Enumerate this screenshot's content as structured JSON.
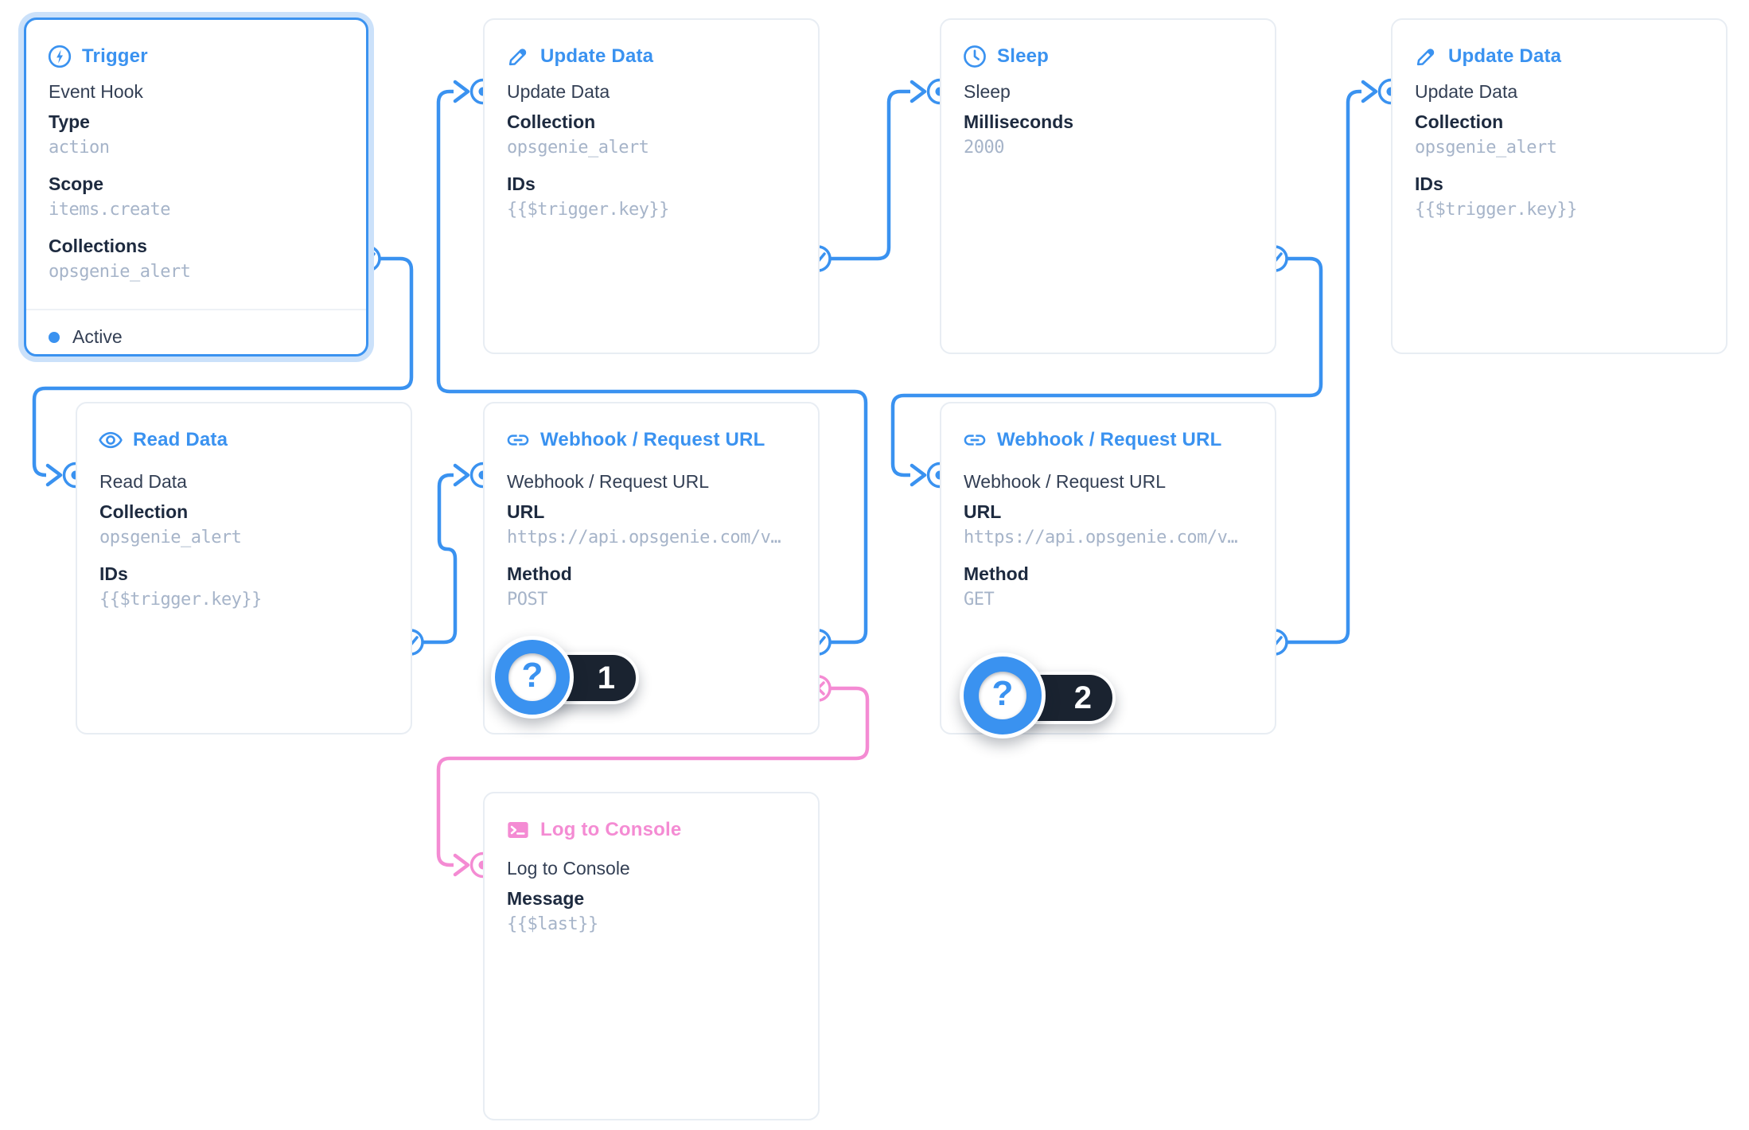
{
  "colors": {
    "accent_blue": "#3A92F0",
    "accent_pink": "#F48BD3",
    "trigger_halo": "#CBE1FA",
    "text_name": "#333F54",
    "text_label": "#1D2A3F",
    "text_mono_value": "#A6B4C9",
    "node_border": "#E8EDF3",
    "badge_pill": "#1A2330"
  },
  "nodes": {
    "trigger": {
      "title": "Trigger",
      "icon": "bolt-circle-icon",
      "name": "Event Hook",
      "fields": [
        {
          "label": "Type",
          "value": "action"
        },
        {
          "label": "Scope",
          "value": "items.create"
        },
        {
          "label": "Collections",
          "value": "opsgenie_alert"
        }
      ],
      "status": "Active"
    },
    "update_data_1": {
      "title": "Update Data",
      "icon": "pencil-icon",
      "name": "Update Data",
      "fields": [
        {
          "label": "Collection",
          "value": "opsgenie_alert"
        },
        {
          "label": "IDs",
          "value": "{{$trigger.key}}"
        }
      ]
    },
    "sleep": {
      "title": "Sleep",
      "icon": "clock-icon",
      "name": "Sleep",
      "fields": [
        {
          "label": "Milliseconds",
          "value": "2000"
        }
      ]
    },
    "update_data_2": {
      "title": "Update Data",
      "icon": "pencil-icon",
      "name": "Update Data",
      "fields": [
        {
          "label": "Collection",
          "value": "opsgenie_alert"
        },
        {
          "label": "IDs",
          "value": "{{$trigger.key}}"
        }
      ]
    },
    "read_data": {
      "title": "Read Data",
      "icon": "eye-icon",
      "name": "Read Data",
      "fields": [
        {
          "label": "Collection",
          "value": "opsgenie_alert"
        },
        {
          "label": "IDs",
          "value": "{{$trigger.key}}"
        }
      ]
    },
    "webhook_post": {
      "title": "Webhook / Request URL",
      "icon": "link-icon",
      "name": "Webhook / Request URL",
      "fields": [
        {
          "label": "URL",
          "value": "https://api.opsgenie.com/v…"
        },
        {
          "label": "Method",
          "value": "POST"
        }
      ],
      "badge": {
        "glyph": "?",
        "count": "1"
      }
    },
    "webhook_get": {
      "title": "Webhook / Request URL",
      "icon": "link-icon",
      "name": "Webhook / Request URL",
      "fields": [
        {
          "label": "URL",
          "value": "https://api.opsgenie.com/v…"
        },
        {
          "label": "Method",
          "value": "GET"
        }
      ],
      "badge": {
        "glyph": "?",
        "count": "2"
      }
    },
    "log": {
      "title": "Log to Console",
      "icon": "terminal-icon",
      "name": "Log to Console",
      "fields": [
        {
          "label": "Message",
          "value": "{{$last}}"
        }
      ]
    }
  }
}
